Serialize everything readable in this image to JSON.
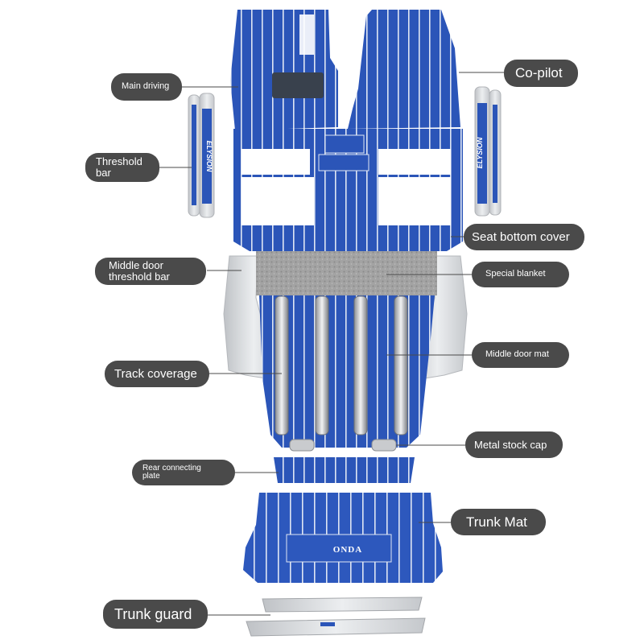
{
  "labels": {
    "main_driving": "Main driving",
    "co_pilot": "Co-pilot",
    "threshold_bar": "Threshold\nbar",
    "seat_bottom_cover": "Seat bottom cover",
    "middle_door_threshold_bar": "Middle door\nthreshold bar",
    "special_blanket": "Special blanket",
    "track_coverage": "Track coverage",
    "middle_door_mat": "Middle door mat",
    "metal_stock_cap": "Metal stock cap",
    "rear_connecting_plate": "Rear connecting\nplate",
    "trunk_mat": "Trunk Mat",
    "trunk_guard": "Trunk guard"
  },
  "product_text": {
    "elysion_left": "ELYSION",
    "elysion_right": "ELYSION",
    "trunk_logo": "ONDA"
  },
  "colors": {
    "mat_blue": "#2b55b8",
    "stripe": "#dfe6f3",
    "label_bg": "#4a4a4a",
    "label_text": "#ffffff",
    "metal": "#d6d8dc",
    "blanket": "#9a9a9a"
  }
}
